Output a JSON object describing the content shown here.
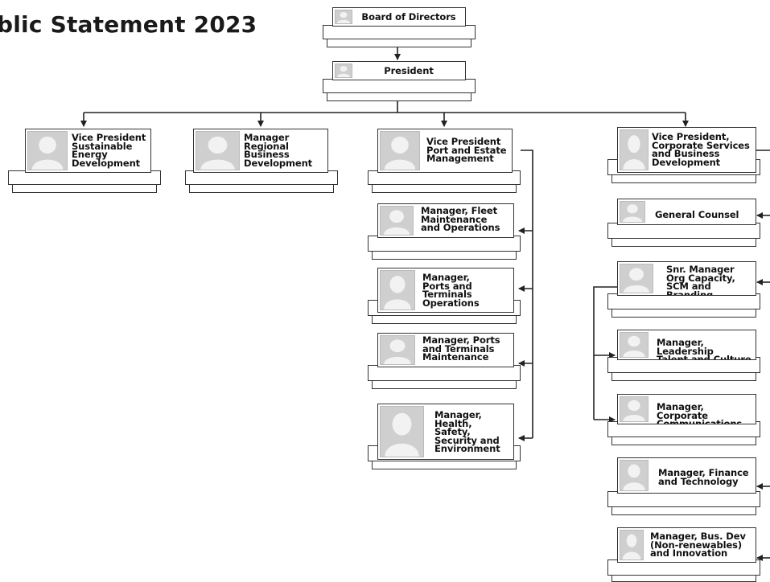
{
  "page_title": "blic Statement 2023",
  "nodes": [
    {
      "id": "board",
      "name": "node-board-of-directors",
      "title": "Board of Directors"
    },
    {
      "id": "president",
      "name": "node-president",
      "title": "President"
    },
    {
      "id": "vp_sed",
      "name": "node-vp-sustainable-energy",
      "title": "Vice President\nSustainable\nEnergy\nDevelopment"
    },
    {
      "id": "mgr_rbd",
      "name": "node-manager-regional-business",
      "title": "Manager\nRegional\nBusiness\nDevelopment"
    },
    {
      "id": "vp_pem",
      "name": "node-vp-port-estate",
      "title": "Vice President\nPort and Estate\nManagement"
    },
    {
      "id": "vp_csb",
      "name": "node-vp-corporate-services",
      "title": "Vice President,\nCorporate Services\nand Business\nDevelopment"
    },
    {
      "id": "mgr_fleet",
      "name": "node-manager-fleet",
      "title": "Manager, Fleet\nMaintenance\nand Operations"
    },
    {
      "id": "mgr_pto",
      "name": "node-manager-ports-terminals-ops",
      "title": "Manager,\nPorts and\nTerminals\nOperations"
    },
    {
      "id": "mgr_ptm",
      "name": "node-manager-ports-terminals-maint",
      "title": "Manager, Ports\nand Terminals\nMaintenance"
    },
    {
      "id": "mgr_hsse",
      "name": "node-manager-hsse",
      "title": "Manager,\nHealth,\nSafety,\nSecurity and\nEnvironment"
    },
    {
      "id": "gc",
      "name": "node-general-counsel",
      "title": "General Counsel"
    },
    {
      "id": "snr_org",
      "name": "node-snr-manager-org",
      "title": "Snr. Manager\nOrg Capacity,\nSCM and\nBranding"
    },
    {
      "id": "mgr_ltc",
      "name": "node-manager-leadership",
      "title": "Manager,\nLeadership\nTalent and Culture"
    },
    {
      "id": "mgr_cc",
      "name": "node-manager-corp-comms",
      "title": "Manager,\nCorporate\nCommunications"
    },
    {
      "id": "mgr_ft",
      "name": "node-manager-finance-tech",
      "title": "Manager, Finance\nand Technology"
    },
    {
      "id": "mgr_bd",
      "name": "node-manager-bus-dev",
      "title": "Manager, Bus. Dev\n(Non-renewables)\nand Innovation"
    }
  ],
  "edges": [
    {
      "from": "board",
      "to": "president"
    },
    {
      "from": "president",
      "to": "vp_sed"
    },
    {
      "from": "president",
      "to": "mgr_rbd"
    },
    {
      "from": "president",
      "to": "vp_pem"
    },
    {
      "from": "president",
      "to": "vp_csb"
    },
    {
      "from": "vp_pem",
      "to": "mgr_fleet"
    },
    {
      "from": "vp_pem",
      "to": "mgr_pto"
    },
    {
      "from": "vp_pem",
      "to": "mgr_ptm"
    },
    {
      "from": "vp_pem",
      "to": "mgr_hsse"
    },
    {
      "from": "vp_csb",
      "to": "gc"
    },
    {
      "from": "vp_csb",
      "to": "snr_org"
    },
    {
      "from": "vp_csb",
      "to": "mgr_ft"
    },
    {
      "from": "vp_csb",
      "to": "mgr_bd"
    },
    {
      "from": "snr_org",
      "to": "mgr_ltc"
    },
    {
      "from": "snr_org",
      "to": "mgr_cc"
    }
  ]
}
